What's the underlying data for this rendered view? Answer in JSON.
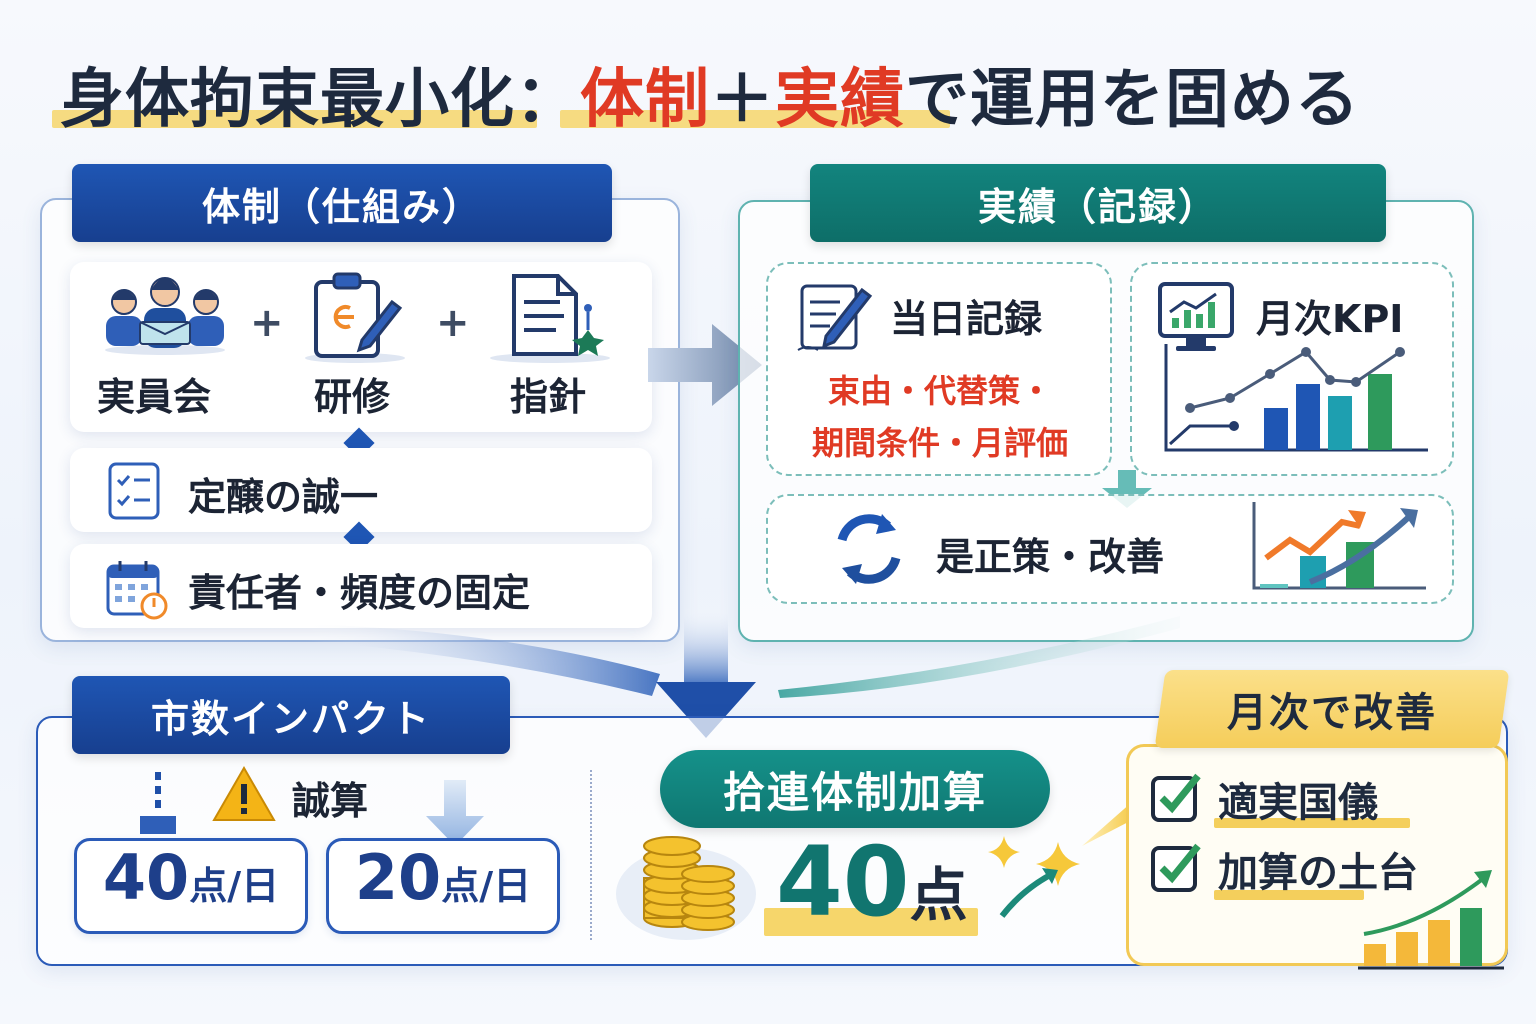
{
  "title": {
    "part1": "身体拘束最小化：",
    "part2": "体制",
    "part3": "＋",
    "part4": "実績",
    "part5": "で運用を固める"
  },
  "left_panel": {
    "tab": "体制（仕組み）",
    "items": [
      {
        "label": "実員会",
        "icon": "committee-people-icon"
      },
      {
        "label": "研修",
        "icon": "clipboard-pencil-icon"
      },
      {
        "label": "指針",
        "icon": "document-icon"
      }
    ],
    "plus1": "+",
    "plus2": "+",
    "row1": "定醸の誠一",
    "row2": "責任者・頻度の固定"
  },
  "right_panel": {
    "tab": "実績（記録）",
    "record": {
      "title": "当日記録",
      "detail_line1": "束由・代替策・",
      "detail_line2": "期間条件・月評価"
    },
    "kpi": {
      "title": "月次KPI"
    },
    "improve": {
      "label": "是正策・改善"
    }
  },
  "bottom_panel": {
    "tab": "市数インパクト",
    "warning_label": "誠算",
    "before": {
      "value": "40",
      "unit": "点/日"
    },
    "after": {
      "value": "20",
      "unit": "点/日"
    },
    "bonus_label": "拾連体制加算",
    "bonus_value": "40",
    "bonus_unit": "点"
  },
  "yellow_panel": {
    "tab": "月次で改善",
    "checks": [
      "適実国儀",
      "加算の土台"
    ]
  },
  "colors": {
    "navy": "#1f56b4",
    "teal": "#12847e",
    "red": "#e03a24",
    "yellow": "#f5cd5a",
    "green": "#2e9a5c"
  }
}
